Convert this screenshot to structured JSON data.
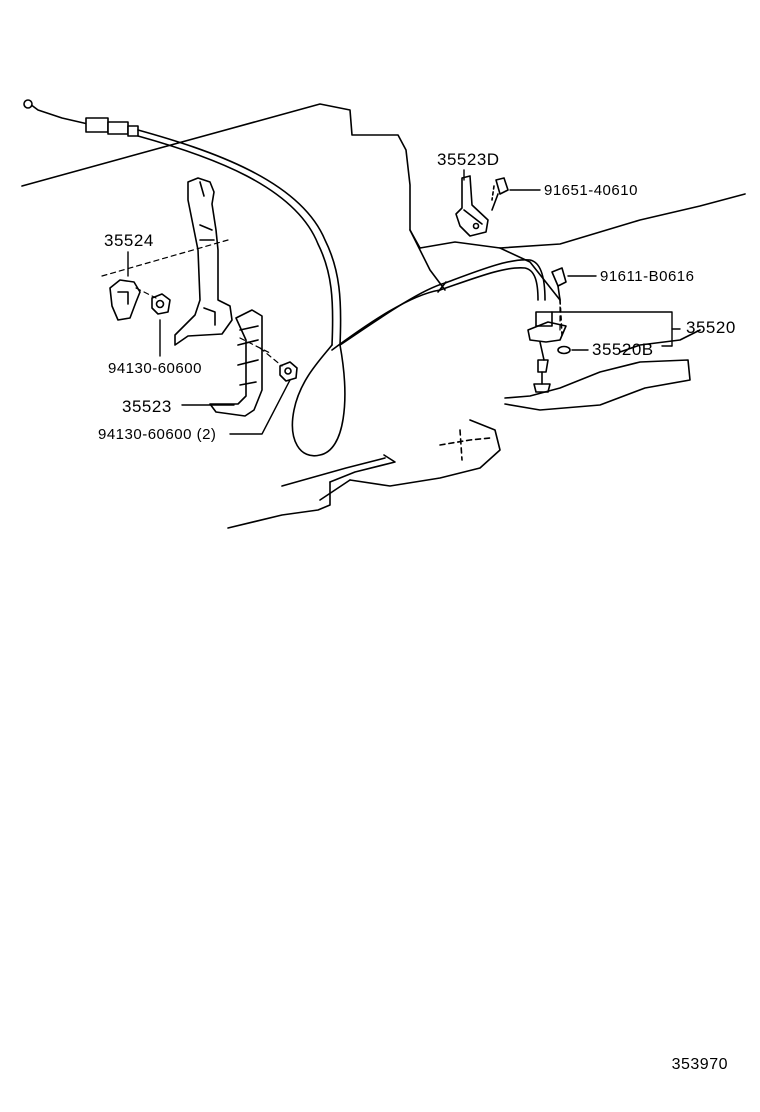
{
  "diagram": {
    "colors": {
      "ink": "#000000",
      "paper": "#ffffff"
    },
    "parts": [
      {
        "id": "p1",
        "number": "35524"
      },
      {
        "id": "p2",
        "number": "94130-60600"
      },
      {
        "id": "p3",
        "number": "35523"
      },
      {
        "id": "p4",
        "number": "94130-60600 (2)"
      },
      {
        "id": "p5",
        "number": "35523D"
      },
      {
        "id": "p6",
        "number": "91651-40610"
      },
      {
        "id": "p7",
        "number": "91611-B0616"
      },
      {
        "id": "p8",
        "number": "35520"
      },
      {
        "id": "p9",
        "number": "35520B"
      }
    ],
    "figure_number": "353970"
  }
}
